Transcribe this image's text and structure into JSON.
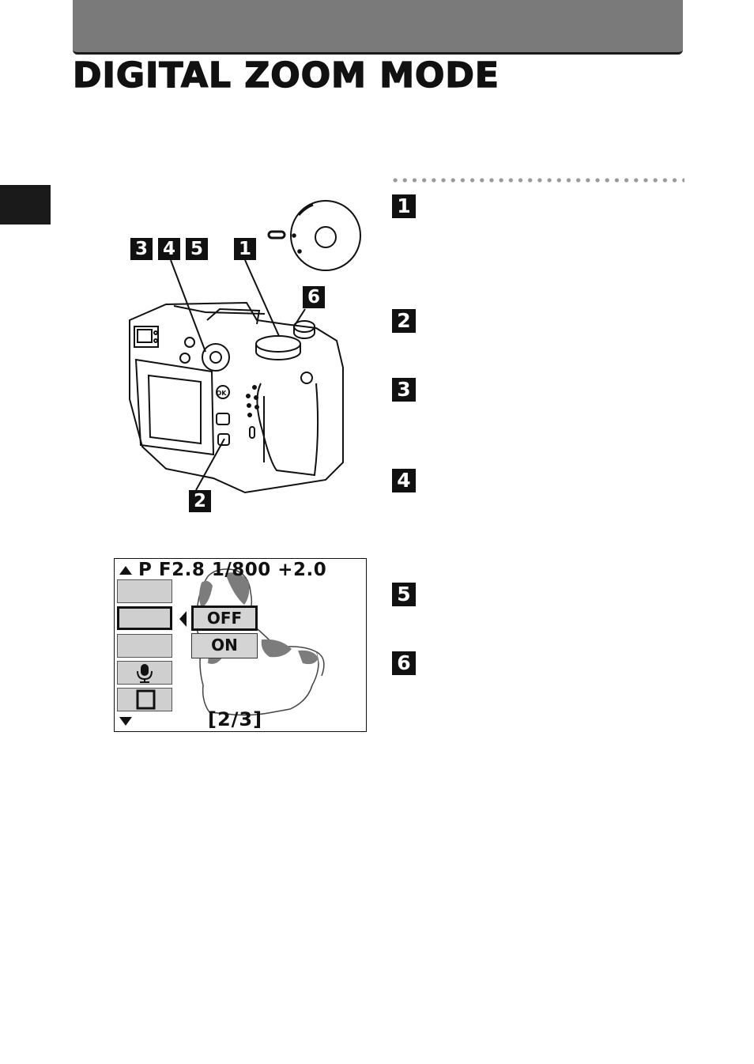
{
  "page": {
    "title": "DIGITAL ZOOM MODE"
  },
  "steps": [
    "1",
    "2",
    "3",
    "4",
    "5",
    "6"
  ],
  "camera_callouts": [
    "3",
    "4",
    "5",
    "1",
    "6",
    "2"
  ],
  "camera_buttons": {
    "ok": "OK"
  },
  "lcd": {
    "status_line": "P  F2.8  1/800 +2.0",
    "options": [
      "OFF",
      "ON"
    ],
    "selected_option": "OFF",
    "page_indicator": "[2/3]",
    "icons": [
      "triangle-up-icon",
      "triangle-down-icon",
      "microphone-icon",
      "card-icon",
      "triangle-left-icon"
    ]
  }
}
